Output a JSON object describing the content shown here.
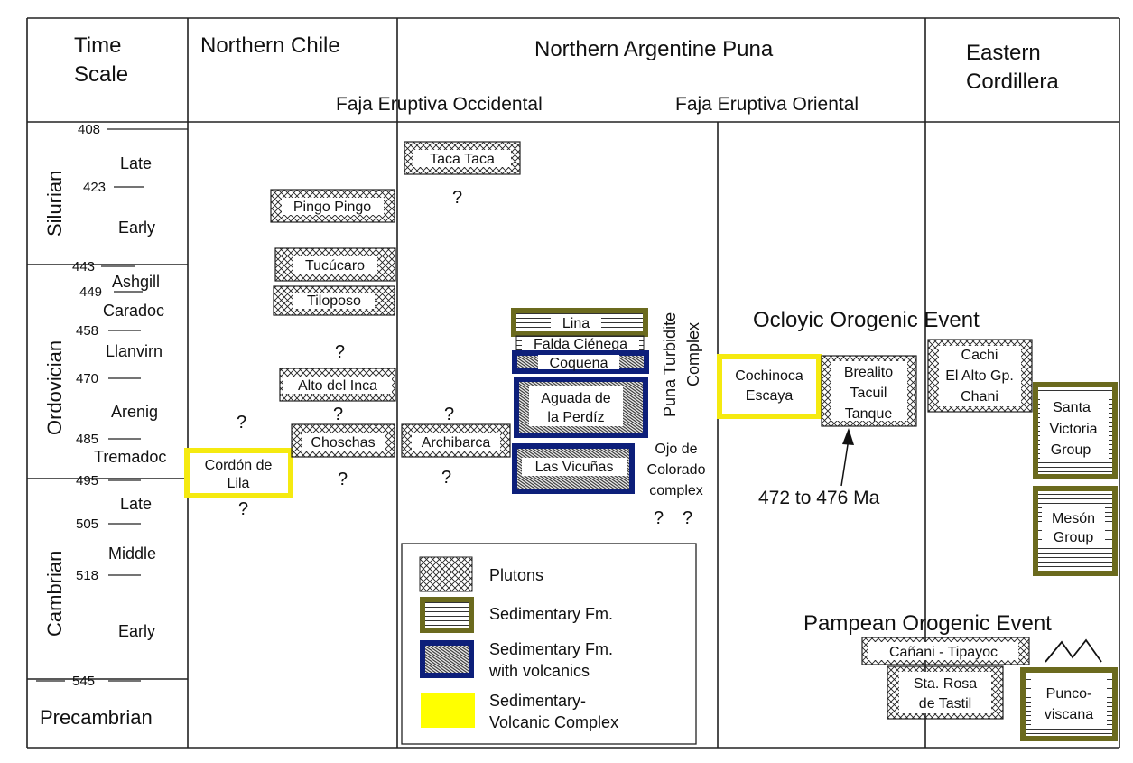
{
  "headers": {
    "time_scale_1": "Time",
    "time_scale_2": "Scale",
    "northern_chile": "Northern Chile",
    "northern_argentine_puna": "Northern Argentine Puna",
    "eastern_cordillera_1": "Eastern",
    "eastern_cordillera_2": "Cordillera",
    "faja_occidental": "Faja Eruptiva Occidental",
    "faja_oriental": "Faja Eruptiva Oriental"
  },
  "periods": {
    "silurian": "Silurian",
    "ordovician": "Ordovician",
    "cambrian": "Cambrian",
    "precambrian": "Precambrian"
  },
  "epochs": {
    "silurian_late": "Late",
    "silurian_early": "Early",
    "ashgill": "Ashgill",
    "caradoc": "Caradoc",
    "llanvirn": "Llanvirn",
    "arenig": "Arenig",
    "tremadoc": "Tremadoc",
    "cambrian_late": "Late",
    "cambrian_middle": "Middle",
    "cambrian_early": "Early"
  },
  "ages": {
    "a408": "408",
    "a423": "423",
    "a443": "443",
    "a449": "449",
    "a458": "458",
    "a470": "470",
    "a485": "485",
    "a495": "495",
    "a505": "505",
    "a518": "518",
    "a545": "545"
  },
  "units": {
    "cordon_1": "Cordón de",
    "cordon_2": "Lila",
    "pingo": "Pingo Pingo",
    "tucucaro": "Tucúcaro",
    "tiloposo": "Tiloposo",
    "alto_inca": "Alto del Inca",
    "choschas": "Choschas",
    "taca": "Taca Taca",
    "archibarca": "Archibarca",
    "lina": "Lina",
    "falda": "Falda Ciénega",
    "coquena": "Coquena",
    "aguada_1": "Aguada de",
    "aguada_2": "la Perdíz",
    "vicunas": "Las Vicuñas",
    "puna_1": "Puna  Turbidite",
    "puna_2": "Complex",
    "ojo_1": "Ojo de",
    "ojo_2": "Colorado",
    "ojo_3": "complex",
    "cochinoca_1": "Cochinoca",
    "cochinoca_2": "Escaya",
    "brealito_1": "Brealito",
    "brealito_2": "Tacuil",
    "brealito_3": "Tanque",
    "cachi_1": "Cachi",
    "cachi_2": "El Alto Gp.",
    "cachi_3": "Chani",
    "santa_1": "Santa",
    "santa_2": "Victoria",
    "santa_3": "Group",
    "meson_1": "Mesón",
    "meson_2": "Group",
    "canani": "Cañani - Tipayoc",
    "starosa_1": "Sta. Rosa",
    "starosa_2": "de Tastil",
    "punco_1": "Punco-",
    "punco_2": "viscana"
  },
  "events": {
    "ocloyic": "Ocloyic Orogenic  Event",
    "pampean": "Pampean Orogenic Event",
    "age_range": "472 to 476 Ma"
  },
  "question_mark": "?",
  "legend": {
    "plutons": "Plutons",
    "sedimentary": "Sedimentary Fm.",
    "sed_volc_1": "Sedimentary Fm.",
    "sed_volc_2": "with volcanics",
    "sv_complex_1": "Sedimentary-",
    "sv_complex_2": "Volcanic Complex"
  },
  "colors": {
    "olive": "#6b6a1e",
    "navy": "#0d1f7a",
    "yellow": "#ffff00",
    "ink": "#111111"
  }
}
